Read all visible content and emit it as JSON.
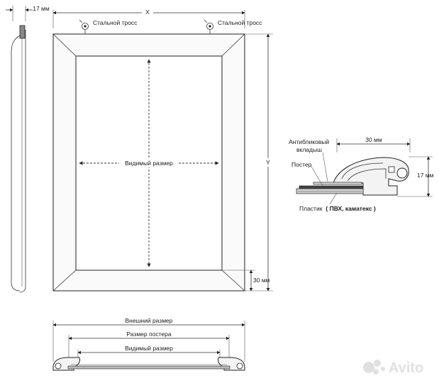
{
  "labels": {
    "side_depth": "17 мм",
    "width_x": "X",
    "height_y": "Y",
    "cable_left": "Стальной тросс",
    "cable_right": "Стальной тросс",
    "visible_size": "Видимый размер",
    "frame_width": "30 мм",
    "section_width": "30 мм",
    "section_height": "17 мм",
    "antiglare_line1": "Антибликовый",
    "antiglare_line2": "вкладыш",
    "poster": "Постер",
    "plastic_prefix": "Пластик",
    "plastic_suffix": "( ПВХ, каматекс )",
    "outer_size": "Внешний размер",
    "poster_size": "Размер постера",
    "visible_size_bottom": "Видимый размер"
  },
  "watermark": {
    "text": "Avito",
    "icon": "avito-logo-icon"
  }
}
